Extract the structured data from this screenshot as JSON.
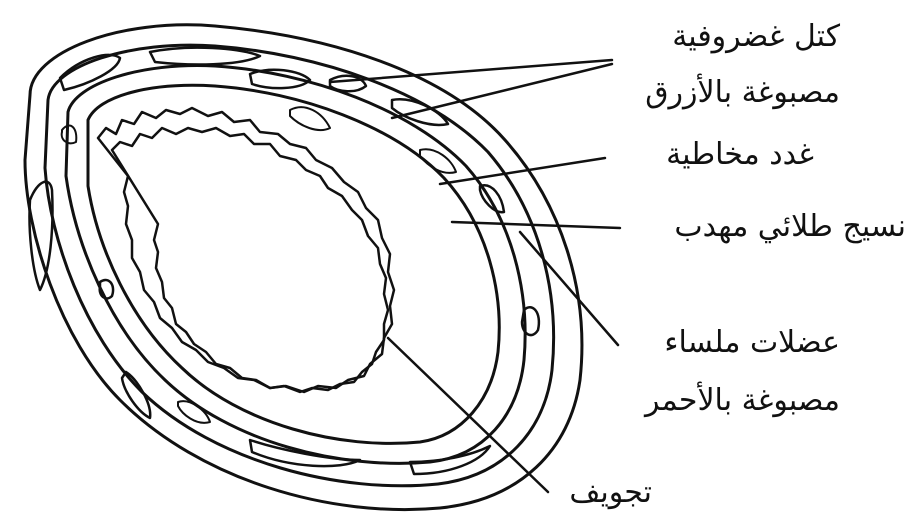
{
  "labels": {
    "cartilage_line1": "كتل غضروفية",
    "cartilage_line2": "مصبوغة بالأزرق",
    "mucous_glands": "غدد مخاطية",
    "ciliated_epithelium": "نسيج طلائي مهدب",
    "smooth_muscle_line1": "عضلات ملساء",
    "smooth_muscle_line2": "مصبوغة بالأحمر",
    "lumen": "تجويف"
  },
  "colors": {
    "stroke": "#111111",
    "background": "#ffffff"
  }
}
